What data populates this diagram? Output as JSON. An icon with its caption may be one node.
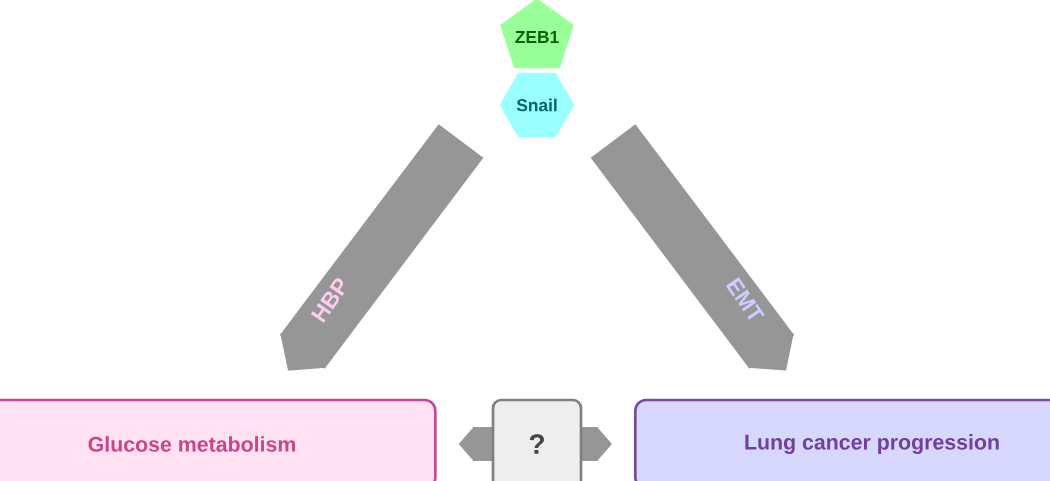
{
  "diagram": {
    "nodes": [
      {
        "text": [
          "ZEB1"
        ]
      },
      {
        "text": [
          "Snail"
        ]
      },
      {
        "text": [
          "Glucose metabolism"
        ]
      },
      {
        "text": [
          "Lung cancer progression"
        ]
      }
    ],
    "edges": [
      {
        "from": 1,
        "to": 2,
        "arrow": "to",
        "label": "HBP"
      },
      {
        "from": 1,
        "to": 3,
        "arrow": "to",
        "label": "EMT"
      },
      {
        "from": 2,
        "to": 3,
        "arrow": "both",
        "label": "?"
      }
    ]
  }
}
